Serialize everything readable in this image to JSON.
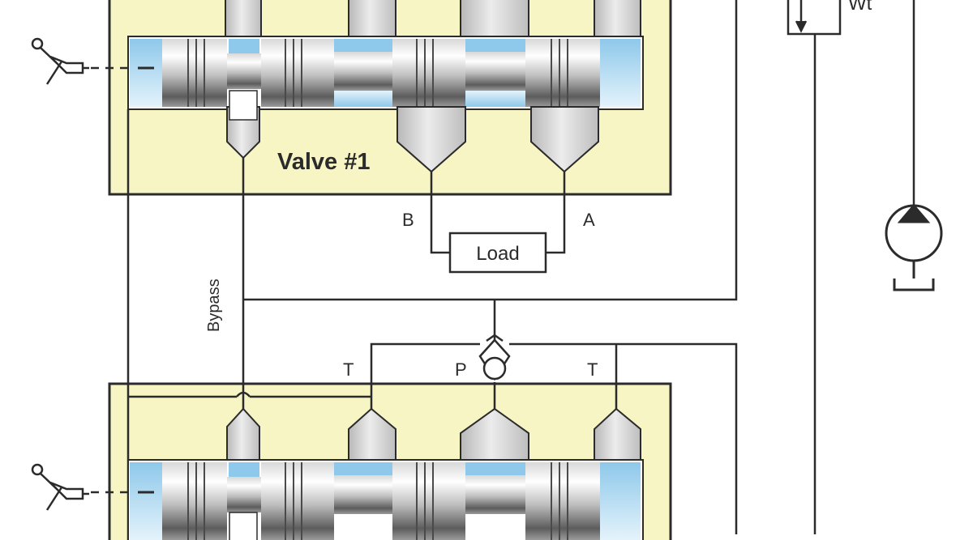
{
  "diagram": {
    "valve1_label": "Valve #1",
    "load_label": "Load",
    "port_b": "B",
    "port_a": "A",
    "bypass_label": "Bypass",
    "port_t_left": "T",
    "port_p": "P",
    "port_t_right": "T",
    "relief_label_partial": "Wt",
    "colors": {
      "valve_body": "#f7f5c4",
      "fluid_blue": "#a9d6ee",
      "line": "#2b2b2b",
      "spool_light": "#e8e8e8",
      "spool_dark": "#5a5a5a",
      "port_grey": "#cfcfcf"
    },
    "icons": [
      "lever-handle-icon",
      "pump-icon",
      "check-valve-icon",
      "relief-valve-icon",
      "tank-icon"
    ]
  }
}
